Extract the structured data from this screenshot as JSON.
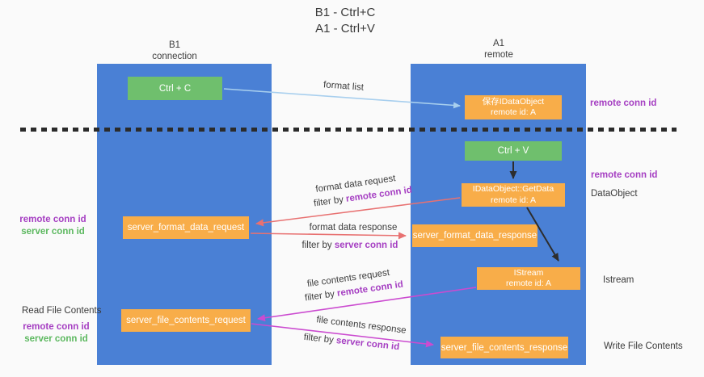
{
  "title": {
    "line1": "B1 - Ctrl+C",
    "line2": "A1 - Ctrl+V"
  },
  "columns": {
    "left": {
      "name": "B1",
      "subtitle": "connection"
    },
    "right": {
      "name": "A1",
      "subtitle": "remote"
    }
  },
  "nodes": {
    "ctrl_c": "Ctrl + C",
    "ctrl_v": "Ctrl + V",
    "save_dataobject": {
      "line1": "保存IDataObject",
      "line2": "remote id: A"
    },
    "getdata": {
      "line1": "IDataObject::GetData",
      "line2": "remote id: A"
    },
    "istream": {
      "line1": "IStream",
      "line2": "remote id: A"
    },
    "server_format_data_request": "server_format_data_request",
    "server_format_data_response": "server_format_data_response",
    "server_file_contents_request": "server_file_contents_request",
    "server_file_contents_response": "server_file_contents_response"
  },
  "side_labels": {
    "remote_conn_id": "remote conn id",
    "server_conn_id": "server conn id",
    "dataobject": "DataObject",
    "istream": "Istream",
    "read_file_contents": "Read File Contents",
    "write_file_contents": "Write File Contents"
  },
  "flow_labels": {
    "format_list": "format list",
    "format_data_request": "format data request",
    "format_data_response": "format data response",
    "file_contents_request": "file contents request",
    "file_contents_response": "file contents response",
    "filter_by": "filter by",
    "remote_conn_id": "remote conn id",
    "server_conn_id": "server conn id"
  },
  "colors": {
    "column_blue": "#4a80d5",
    "box_green": "#6fbf6d",
    "box_orange": "#f8ad49",
    "arrow_salmon": "#e87171",
    "arrow_magenta": "#cb4bd0",
    "arrow_lightblue": "#a8cfee",
    "arrow_black": "#2d2d2d",
    "label_purple": "#a53ec2",
    "label_green": "#5cb85f"
  }
}
